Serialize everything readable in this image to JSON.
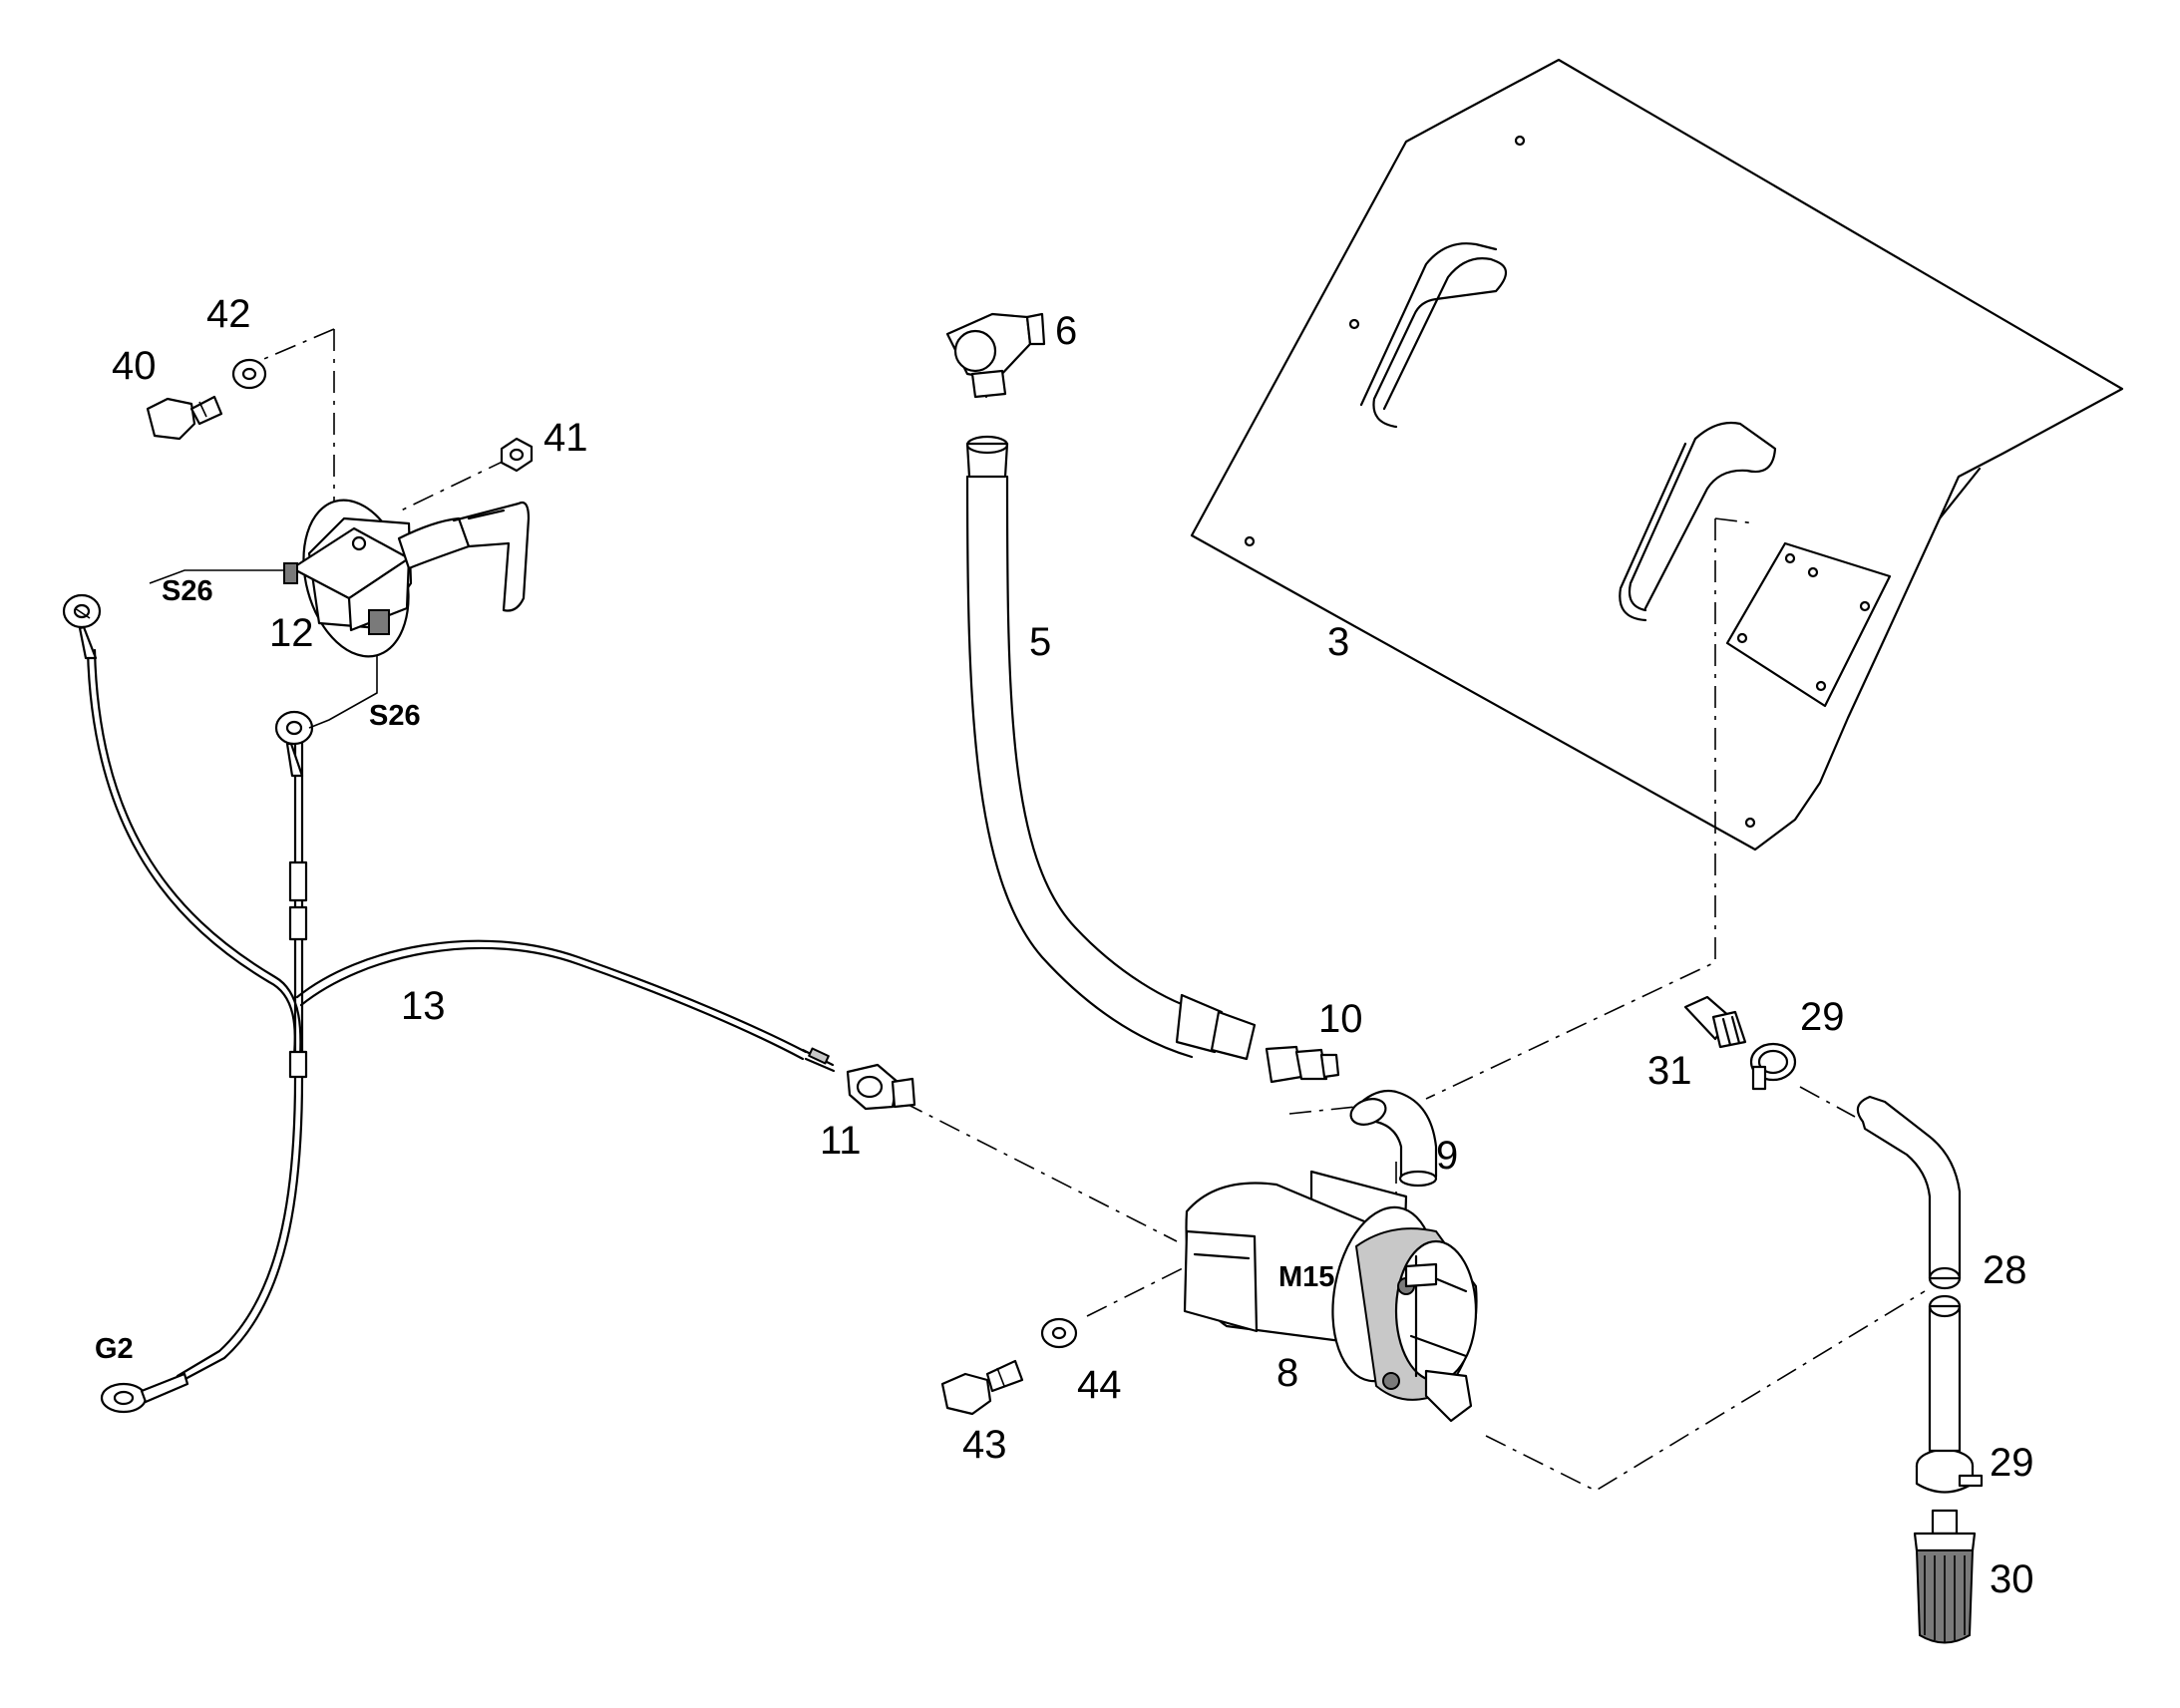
{
  "part_numbers": {
    "p3": "3",
    "p5": "5",
    "p6": "6",
    "p8": "8",
    "p9": "9",
    "p10": "10",
    "p11": "11",
    "p12": "12",
    "p13": "13",
    "p28": "28",
    "p29a": "29",
    "p29b": "29",
    "p30": "30",
    "p31": "31",
    "p40": "40",
    "p41": "41",
    "p42": "42",
    "p43": "43",
    "p44": "44"
  },
  "component_codes": {
    "s26_top": "S26",
    "s26_bottom": "S26",
    "m15": "M15",
    "g2": "G2"
  }
}
